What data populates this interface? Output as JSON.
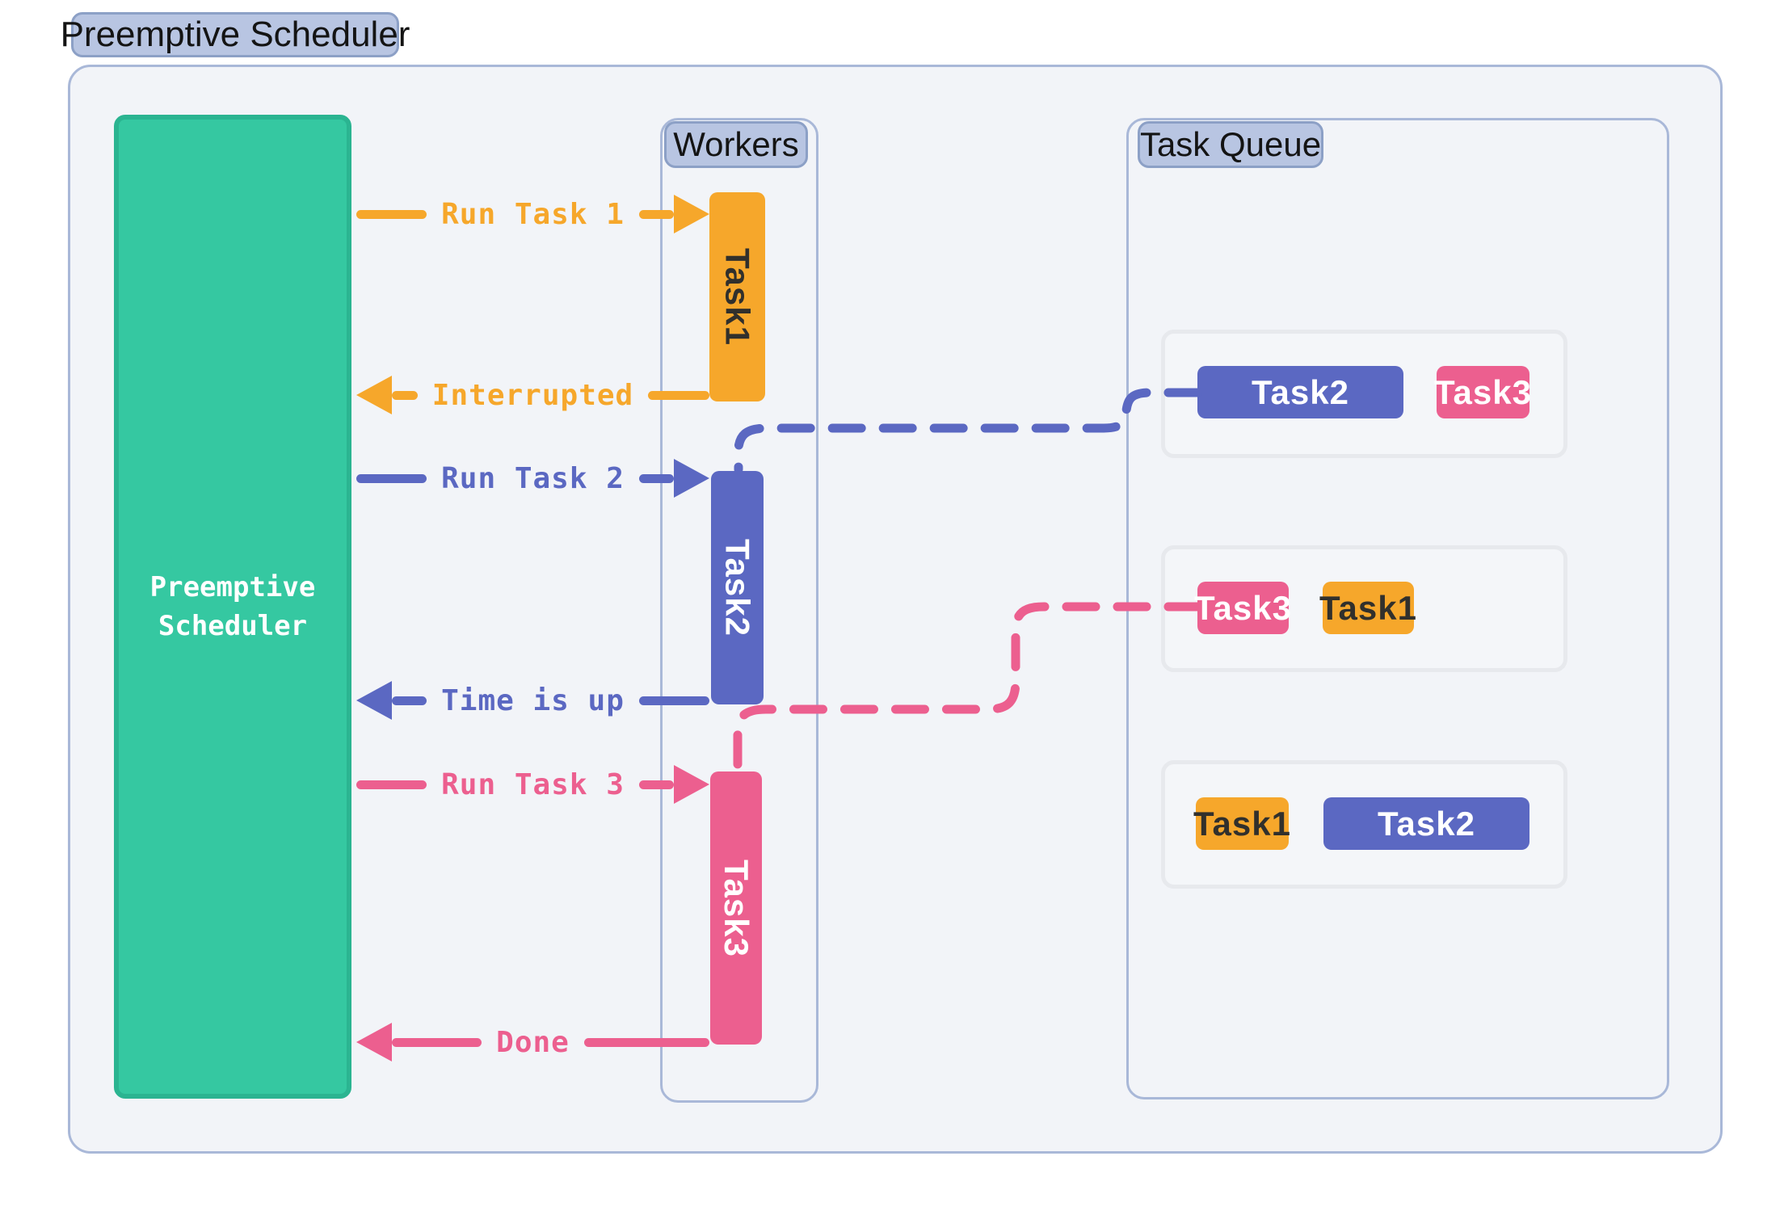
{
  "title": "Preemptive Scheduler",
  "colors": {
    "orange": "#F6A72B",
    "indigo": "#5B68C2",
    "pink": "#EC5F8F",
    "green": "#35C8A1",
    "green-border": "#2BB491",
    "badge-bg": "#B8C5E2",
    "badge-border": "#8CA0C6",
    "box-border": "#A9B8D8",
    "panel-bg": "#F2F4F8",
    "row-border": "#E7E9ED",
    "row-bg": "#F4F6F9",
    "dark-text": "#31302C"
  },
  "scheduler": {
    "line1": "Preemptive",
    "line2": "Scheduler"
  },
  "workers": {
    "title": "Workers",
    "bars": [
      {
        "label": "Task1",
        "color": "#F6A72B"
      },
      {
        "label": "Task2",
        "color": "#5B68C2"
      },
      {
        "label": "Task3",
        "color": "#EC5F8F"
      }
    ]
  },
  "messages": [
    {
      "label": "Run Task 1",
      "direction": "right",
      "color": "#F6A72B"
    },
    {
      "label": "Interrupted",
      "direction": "left",
      "color": "#F6A72B"
    },
    {
      "label": "Run Task 2",
      "direction": "right",
      "color": "#5B68C2"
    },
    {
      "label": "Time is up",
      "direction": "left",
      "color": "#5B68C2"
    },
    {
      "label": "Run Task 3",
      "direction": "right",
      "color": "#EC5F8F"
    },
    {
      "label": "Done",
      "direction": "left",
      "color": "#EC5F8F"
    }
  ],
  "task_queue": {
    "title": "Task Queue",
    "rows": [
      {
        "items": [
          {
            "label": "Task2",
            "color": "#5B68C2"
          },
          {
            "label": "Task3",
            "color": "#EC5F8F"
          }
        ]
      },
      {
        "items": [
          {
            "label": "Task3",
            "color": "#EC5F8F"
          },
          {
            "label": "Task1",
            "color": "#F6A72B"
          }
        ]
      },
      {
        "items": [
          {
            "label": "Task1",
            "color": "#F6A72B"
          },
          {
            "label": "Task2",
            "color": "#5B68C2"
          }
        ]
      }
    ]
  },
  "connectors": [
    {
      "from": "queue-row-1-task2-chip",
      "to": "worker-task2-bar",
      "color": "#5B68C2",
      "style": "dashed"
    },
    {
      "from": "queue-row-2-task3-chip",
      "to": "worker-task3-bar",
      "color": "#EC5F8F",
      "style": "dashed"
    }
  ]
}
